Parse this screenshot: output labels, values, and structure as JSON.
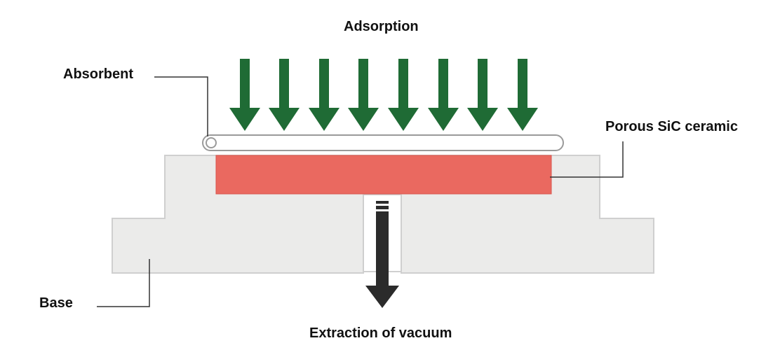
{
  "labels": {
    "adsorption": "Adsorption",
    "absorbent": "Absorbent",
    "porous_sic_ceramic": "Porous SiC ceramic",
    "base": "Base",
    "extraction_of_vacuum": "Extraction of vacuum"
  },
  "colors": {
    "arrow_green": "#1f6b35",
    "ceramic_red": "#ea6960",
    "base_fill": "#ebebea",
    "base_stroke": "#cfcfcf",
    "vacuum_arrow": "#2b2b2b",
    "leader_line": "#333333"
  },
  "icons": {
    "adsorption_arrows": "arrow-down-icon",
    "vacuum_arrow": "arrow-down-icon"
  }
}
